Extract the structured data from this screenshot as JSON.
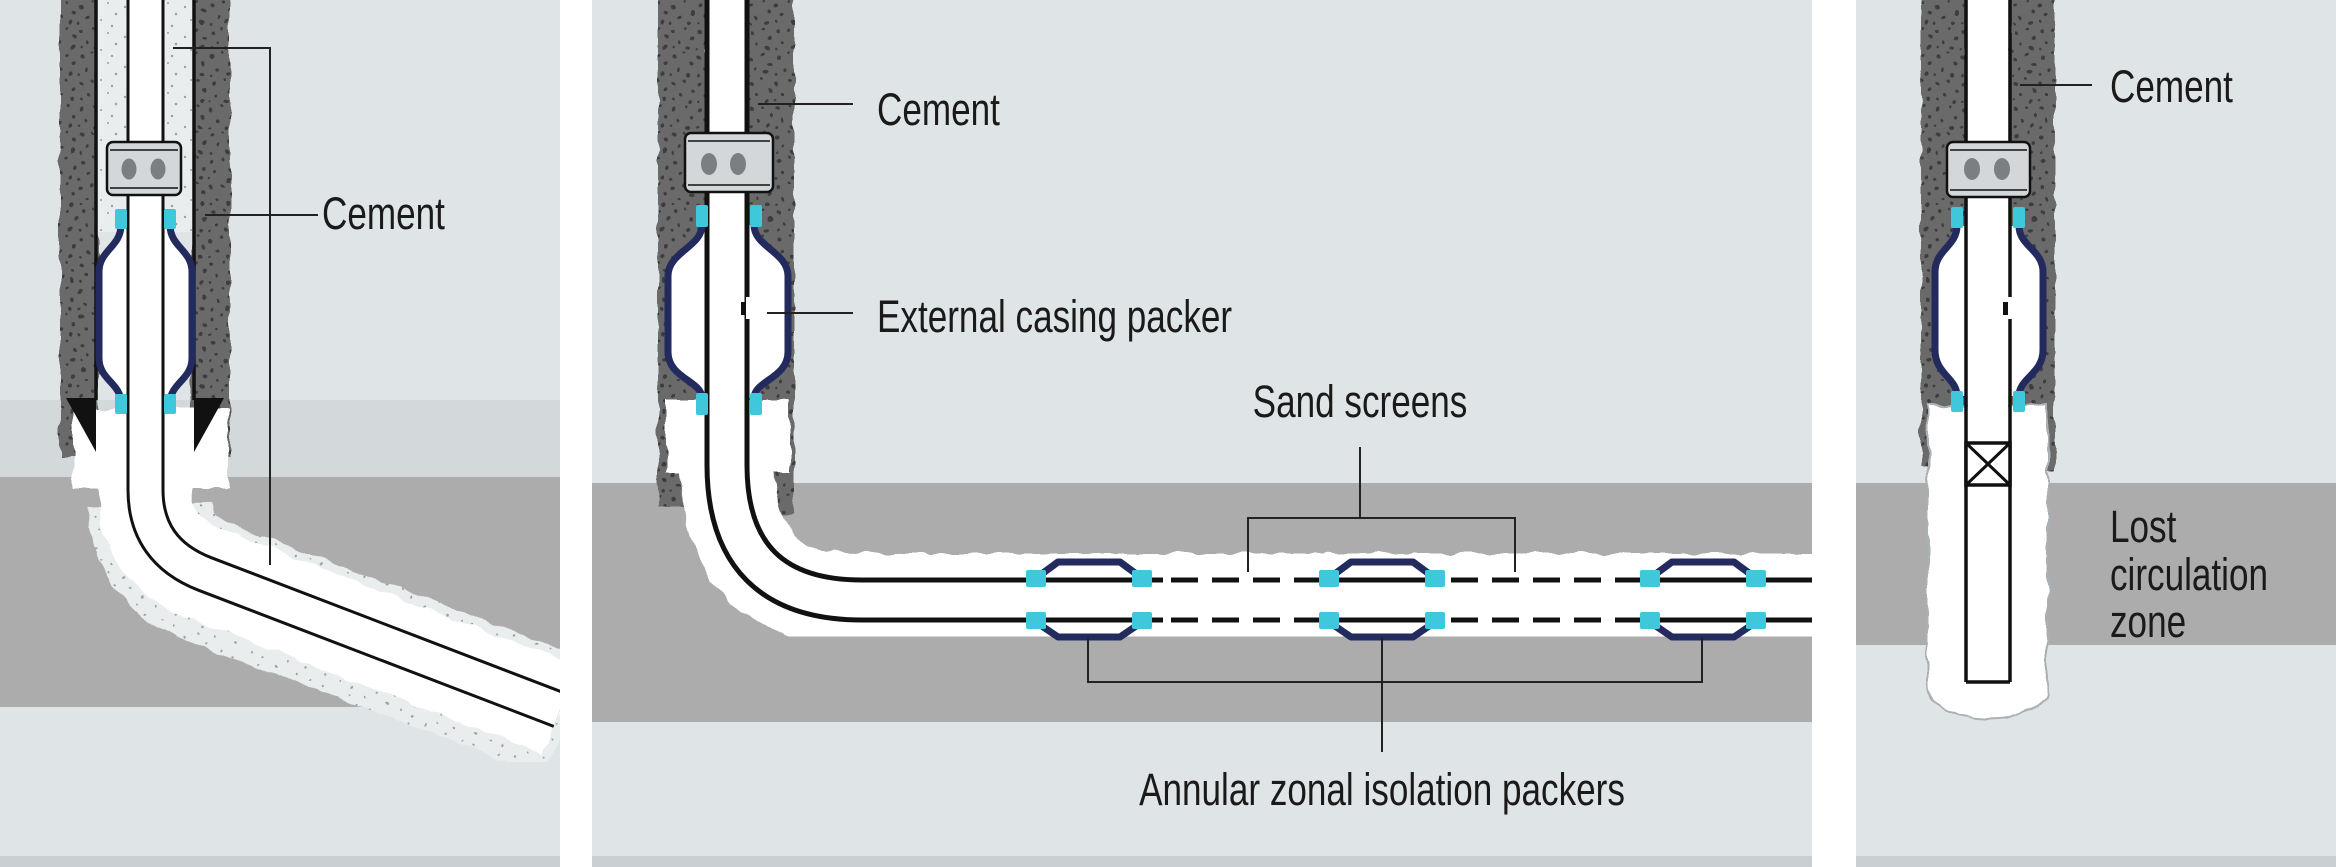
{
  "figure": {
    "description": "Three well-completion schematics",
    "panels": [
      {
        "name": "deviated-well",
        "labels": {
          "cement": "Cement"
        }
      },
      {
        "name": "horizontal-multizone-well",
        "labels": {
          "cement": "Cement",
          "external_casing_packer": "External casing packer",
          "sand_screens": "Sand screens",
          "annular_packers": "Annular zonal isolation packers"
        }
      },
      {
        "name": "vertical-well-lost-circulation",
        "labels": {
          "cement": "Cement",
          "lost_circulation_zone": "Lost circulation zone"
        }
      }
    ]
  },
  "colors": {
    "bg_light": "#dfe4e7",
    "band_mid": "#d3d8da",
    "rock": "#acacac",
    "strip": "#c9cfd2",
    "cement_dark": "#6b6b6b",
    "cement_dark_dot": "#3e3e3e",
    "cement_light": "#e9edee",
    "cement_light_dot": "#99a1a3",
    "navy": "#232a5e",
    "cyan": "#3fc8dc",
    "coupling": "#d3d7d9",
    "coupling_dot": "#7b7f81",
    "blob_outline": "#aab1b4",
    "line": "#111111",
    "label": "#1a1a1a"
  }
}
